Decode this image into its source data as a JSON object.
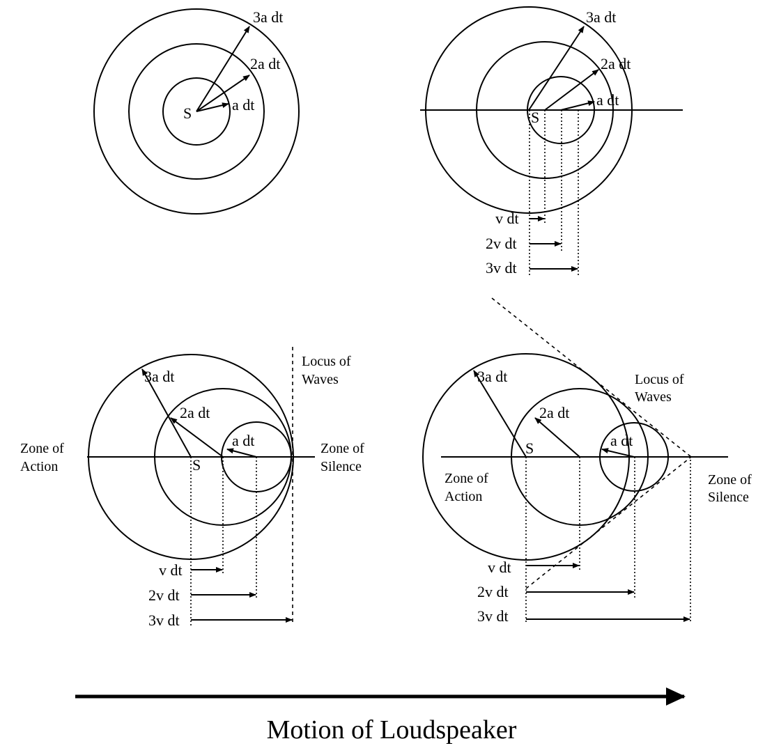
{
  "panel1": {
    "source_label": "S",
    "radius_labels": [
      "a dt",
      "2a dt",
      "3a dt"
    ]
  },
  "panel2": {
    "source_label": "S",
    "radius_labels": [
      "a dt",
      "2a dt",
      "3a dt"
    ],
    "displacement_labels": [
      "v dt",
      "2v dt",
      "3v dt"
    ]
  },
  "panel3": {
    "source_label": "S",
    "radius_labels": [
      "a dt",
      "2a dt",
      "3a dt"
    ],
    "displacement_labels": [
      "v dt",
      "2v dt",
      "3v dt"
    ],
    "locus_label": [
      "Locus of",
      "Waves"
    ],
    "zone_action_label": [
      "Zone of",
      "Action"
    ],
    "zone_silence_label": [
      "Zone of",
      "Silence"
    ]
  },
  "panel4": {
    "source_label": "S",
    "radius_labels": [
      "a dt",
      "2a dt",
      "3a dt"
    ],
    "displacement_labels": [
      "v dt",
      "2v dt",
      "3v dt"
    ],
    "locus_label": [
      "Locus of",
      "Waves"
    ],
    "zone_action_label": [
      "Zone of",
      "Action"
    ],
    "zone_silence_label": [
      "Zone of",
      "Silence"
    ]
  },
  "motion_label": "Motion of Loudspeaker"
}
